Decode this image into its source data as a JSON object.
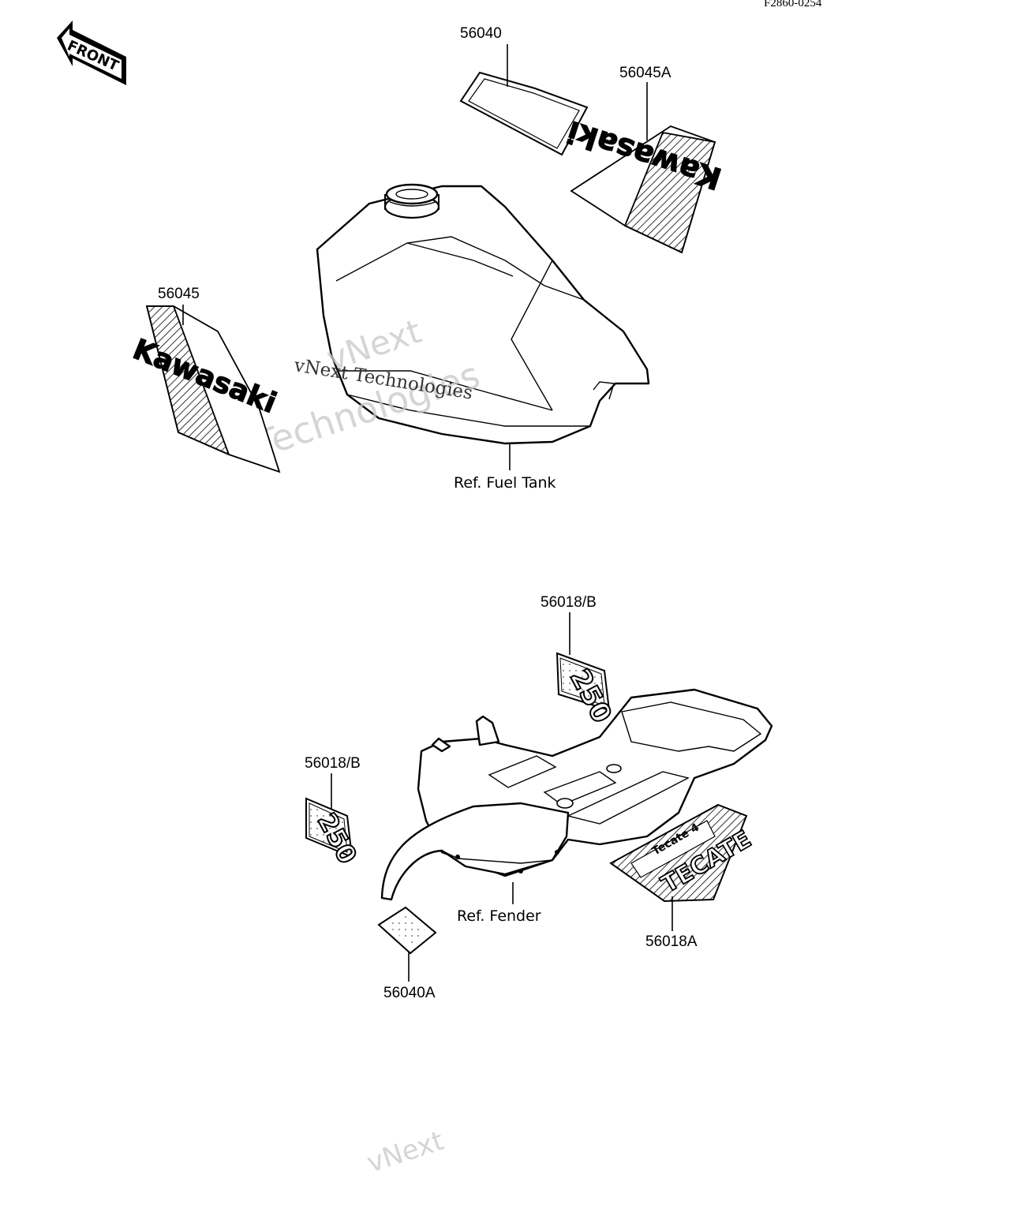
{
  "figure_code": "F2860-0254",
  "front_arrow": {
    "label": "FRONT",
    "icon": "front-arrow-icon"
  },
  "watermark": {
    "line1": "vNext",
    "line2": "Technologies",
    "inline": "vNext Technologies",
    "bottom_fragment": "vNext"
  },
  "parts": {
    "p56040": "56040",
    "p56045A": "56045A",
    "p56045": "56045",
    "p56018B_top": "56018/B",
    "p56018B_left": "56018/B",
    "p56018A": "56018A",
    "p56040A": "56040A"
  },
  "refs": {
    "fuel_tank": "Ref. Fuel Tank",
    "fender": "Ref. Fender"
  },
  "decals": {
    "kawasaki": "Kawasaki",
    "model_250": "250",
    "tecate": "TECATE",
    "tecate_sub": "Tecate 4"
  }
}
